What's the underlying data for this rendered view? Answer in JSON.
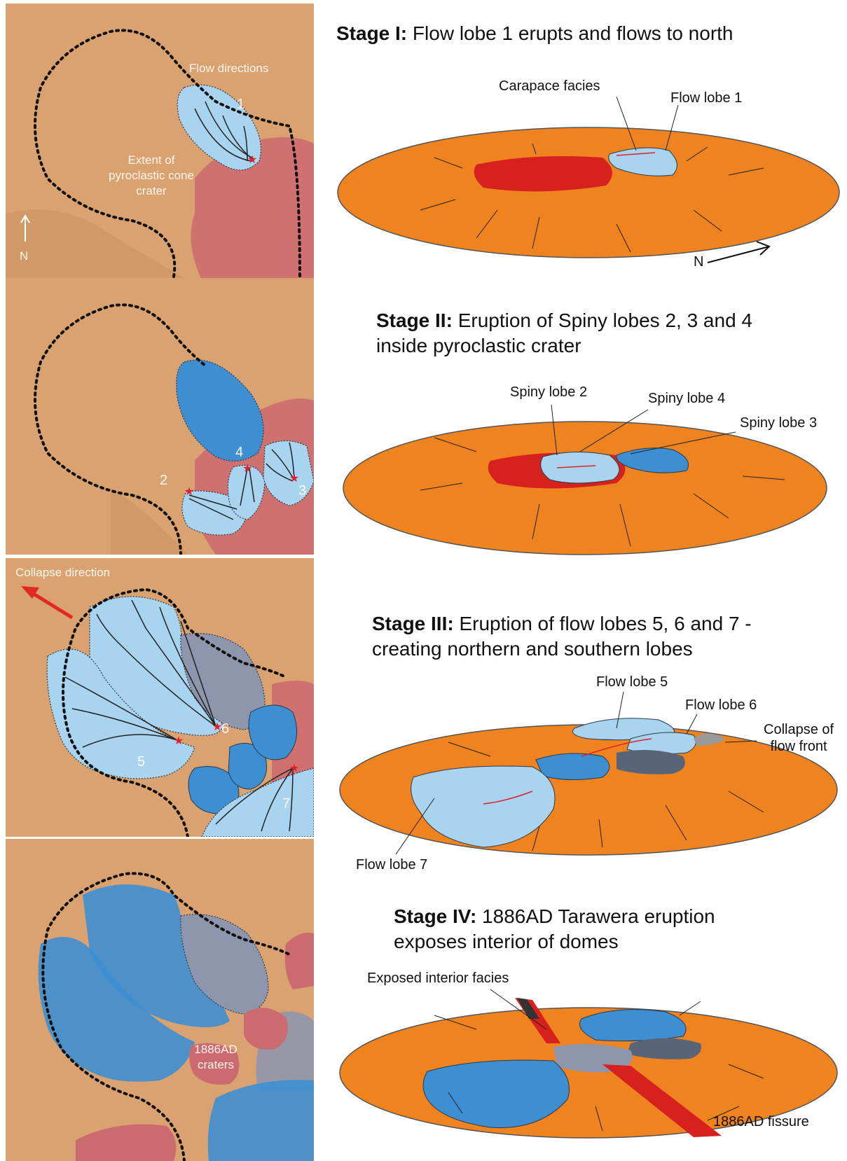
{
  "colors": {
    "terrain": "#d9a270",
    "pyroclastic": "#cc6b6f",
    "light_blue": "#a9d4ef",
    "mid_blue": "#3d8fd1",
    "grey_blue": "#8e96ad",
    "orange": "#ef8320",
    "crater_red": "#d6211f",
    "star": "#e0202a"
  },
  "maps": {
    "stage1": {
      "flow_directions": "Flow directions",
      "lobe1_number": "1",
      "crater_label": "Extent of pyroclastic cone crater",
      "north_label": "N"
    },
    "stage2": {
      "num2": "2",
      "num3": "3",
      "num4": "4"
    },
    "stage3": {
      "collapse_direction": "Collapse direction",
      "num5": "5",
      "num6": "6",
      "num7": "7"
    },
    "stage4": {
      "craters_label": "1886AD craters"
    }
  },
  "stages": {
    "s1": {
      "bold": "Stage I:",
      "rest": " Flow lobe 1 erupts and flows to north",
      "carapace": "Carapace facies",
      "flow_lobe_1": "Flow lobe 1",
      "north": "N"
    },
    "s2": {
      "bold": "Stage II:",
      "rest_line1": " Eruption of Spiny lobes 2, 3 and 4",
      "rest_line2": "inside pyroclastic crater",
      "spiny2": "Spiny lobe 2",
      "spiny4": "Spiny lobe 4",
      "spiny3": "Spiny lobe 3"
    },
    "s3": {
      "bold": "Stage III:",
      "rest_line1": " Eruption of flow lobes 5, 6 and 7 -",
      "rest_line2": "creating northern and southern lobes",
      "flow5": "Flow lobe 5",
      "flow6": "Flow lobe 6",
      "collapse1": "Collapse of",
      "collapse2": "flow front",
      "flow7": "Flow lobe 7"
    },
    "s4": {
      "bold": "Stage IV:",
      "rest_line1": " 1886AD Tarawera eruption",
      "rest_line2": "exposes interior of domes",
      "exposed": "Exposed interior facies",
      "fissure": "1886AD fissure"
    }
  }
}
